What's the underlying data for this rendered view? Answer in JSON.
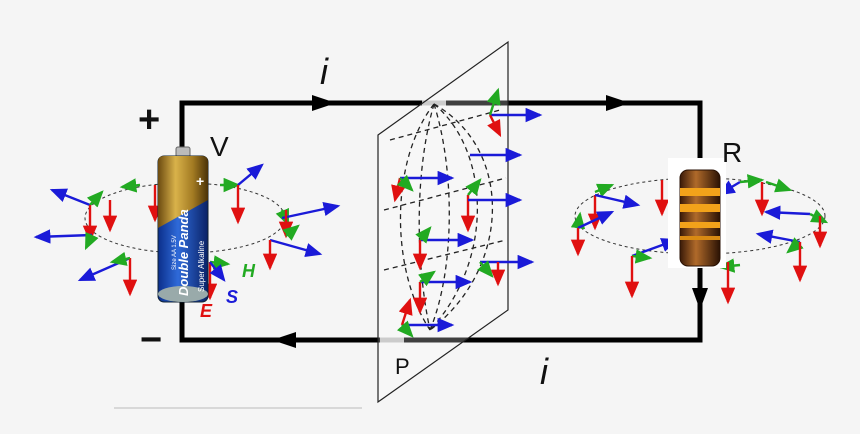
{
  "labels": {
    "current_top": "i",
    "current_bottom": "i",
    "plus": "+",
    "minus": "−",
    "voltage": "V",
    "resistor": "R",
    "plane": "P",
    "field_h": "H",
    "field_s": "S",
    "field_e": "E"
  },
  "battery": {
    "brand": "Double Panda",
    "type": "Super Alkaline",
    "size": "Size AA 1.5V",
    "terminal": "+"
  },
  "colors": {
    "wire": "#000000",
    "e_field": "#e01010",
    "s_field": "#1a1ad8",
    "h_field": "#22aa22",
    "dashed": "#222222"
  }
}
